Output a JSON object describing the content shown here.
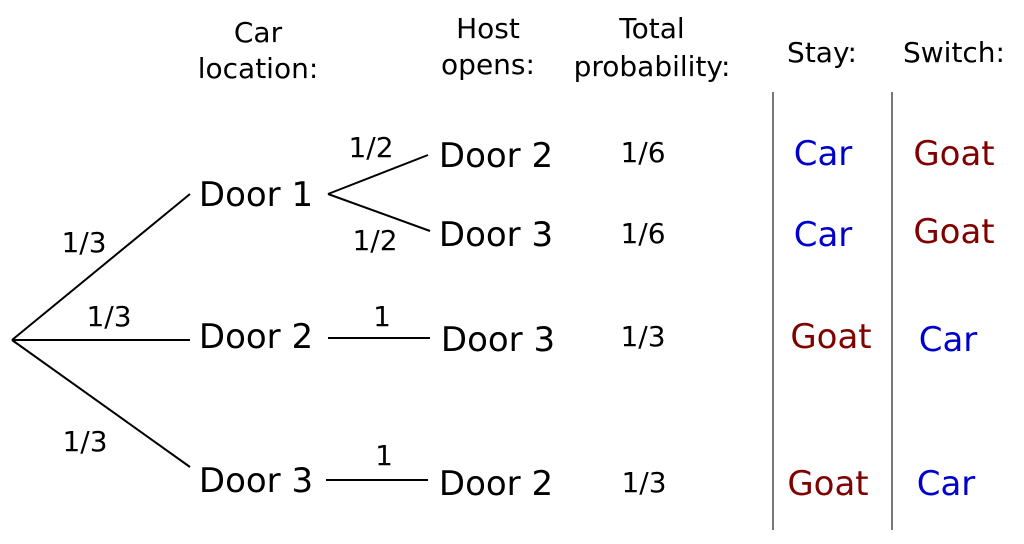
{
  "headers": {
    "car_location": [
      "Car",
      "location:"
    ],
    "host_opens": [
      "Host",
      "opens:"
    ],
    "total_probability": [
      "Total",
      "probability:"
    ],
    "stay": "Stay:",
    "switch": "Switch:"
  },
  "colors": {
    "car": "#0000cc",
    "goat": "#800000",
    "line": "#000000",
    "separator": "#777777"
  },
  "branches": [
    {
      "car_door": "Door 1",
      "prob": "1/3"
    },
    {
      "car_door": "Door 2",
      "prob": "1/3"
    },
    {
      "car_door": "Door 3",
      "prob": "1/3"
    }
  ],
  "outcomes": [
    {
      "host_door": "Door 2",
      "host_prob": "1/2",
      "total": "1/6",
      "stay": "Car",
      "switch": "Goat"
    },
    {
      "host_door": "Door 3",
      "host_prob": "1/2",
      "total": "1/6",
      "stay": "Car",
      "switch": "Goat"
    },
    {
      "host_door": "Door 3",
      "host_prob": "1",
      "total": "1/3",
      "stay": "Goat",
      "switch": "Car"
    },
    {
      "host_door": "Door 2",
      "host_prob": "1",
      "total": "1/3",
      "stay": "Goat",
      "switch": "Car"
    }
  ]
}
